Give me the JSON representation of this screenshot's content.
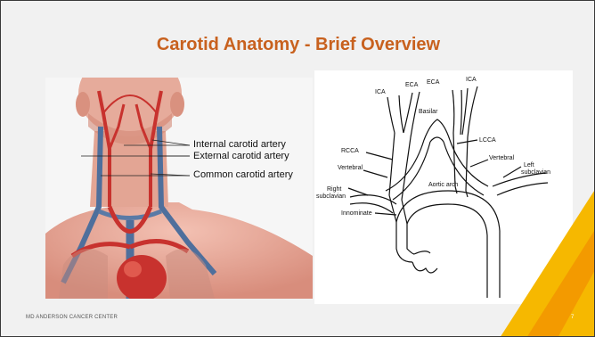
{
  "slide": {
    "title": "Carotid Anatomy - Brief Overview",
    "footer_text": "MD ANDERSON CANCER CENTER",
    "page_number": "7"
  },
  "anatomy_image": {
    "labels": [
      "Internal carotid artery",
      "External carotid artery",
      "Common carotid artery"
    ]
  },
  "vessel_diagram": {
    "labels": {
      "ica_left": "ICA",
      "eca_left": "ECA",
      "eca_right": "ECA",
      "ica_right": "ICA",
      "basilar": "Basilar",
      "rcca": "RCCA",
      "lcca": "LCCA",
      "vertebral_left": "Vertebral",
      "vertebral_right": "Vertebral",
      "left_subclavian_1": "Left",
      "left_subclavian_2": "subclavian",
      "right_subclavian_1": "Right",
      "right_subclavian_2": "subclavian",
      "aortic_arch": "Aortic arch",
      "innominate": "Innominate"
    }
  },
  "colors": {
    "title": "#c8611e",
    "accent_yellow": "#f6b800",
    "accent_orange": "#f29400",
    "artery_red": "#c8322e",
    "vein_blue": "#4f6f9c",
    "skin": "#e8a897"
  }
}
